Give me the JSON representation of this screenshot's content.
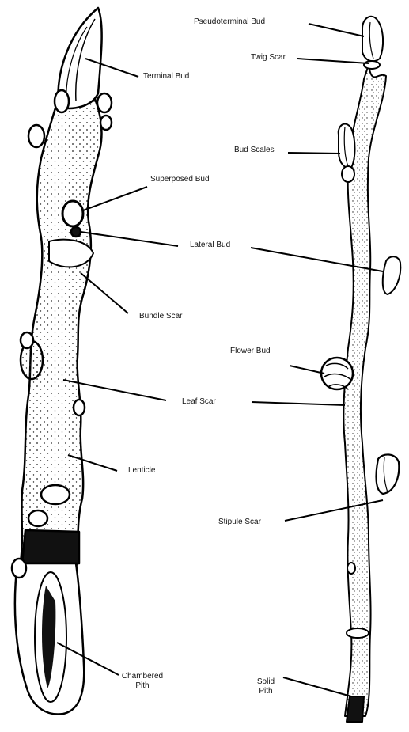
{
  "labels": {
    "terminal_bud": "Terminal Bud",
    "superposed_bud": "Superposed Bud",
    "lateral_bud": "Lateral Bud",
    "bundle_scar": "Bundle Scar",
    "leaf_scar": "Leaf Scar",
    "lenticle": "Lenticle",
    "chambered_pith_1": "Chambered",
    "chambered_pith_2": "Pith",
    "pseudoterminal_bud": "Pseudoterminal Bud",
    "twig_scar": "Twig Scar",
    "bud_scales": "Bud Scales",
    "flower_bud": "Flower Bud",
    "stipule_scar": "Stipule Scar",
    "solid_pith_1": "Solid",
    "solid_pith_2": "Pith"
  },
  "colors": {
    "ink": "#111111",
    "paper": "#ffffff"
  }
}
